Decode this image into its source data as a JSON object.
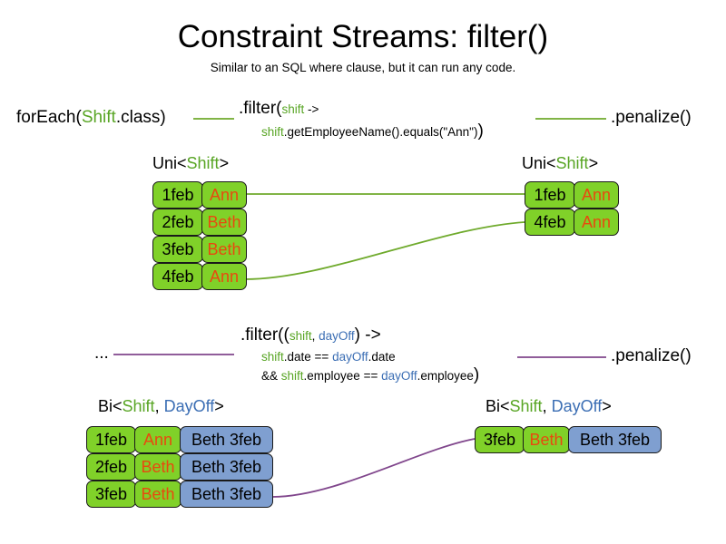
{
  "slide": {
    "title": "Constraint Streams: filter()",
    "subtitle": "Similar to an SQL where clause, but it can run any code."
  },
  "colors": {
    "green_fill": "#80d129",
    "blue_fill": "#7f9fd0",
    "name_text": "#e8490f",
    "generic_green": "#58a524",
    "generic_blue": "#3b6eb4",
    "link_green": "#6faa2c",
    "link_purple": "#80468c",
    "box_border": "#1a1a1a"
  },
  "top_pipeline": {
    "source": {
      "prefix": "forEach(",
      "type": "Shift",
      "suffix": ".class)"
    },
    "filter": {
      "head": ".filter(",
      "param": "shift",
      "arrow": " ->",
      "body_var": "shift",
      "body_rest": ".getEmployeeName().equals(\"Ann\")",
      "close": ")"
    },
    "terminal": ".penalize()",
    "input_label": {
      "prefix": "Uni<",
      "type": "Shift",
      "suffix": ">"
    },
    "output_label": {
      "prefix": "Uni<",
      "type": "Shift",
      "suffix": ">"
    },
    "input_rows": [
      {
        "date": "1feb",
        "name": "Ann"
      },
      {
        "date": "2feb",
        "name": "Beth"
      },
      {
        "date": "3feb",
        "name": "Beth"
      },
      {
        "date": "4feb",
        "name": "Ann"
      }
    ],
    "output_rows": [
      {
        "date": "1feb",
        "name": "Ann"
      },
      {
        "date": "4feb",
        "name": "Ann"
      }
    ]
  },
  "bottom_pipeline": {
    "source": "...",
    "filter": {
      "head": ".filter((",
      "param_a": "shift",
      "param_sep": ", ",
      "param_b": "dayOff",
      "arrow": ") ->",
      "line2_a": "shift",
      "line2_mid": ".date == ",
      "line2_b": "dayOff",
      "line2_end": ".date",
      "line3_pre": "&& ",
      "line3_a": "shift",
      "line3_mid": ".employee == ",
      "line3_b": "dayOff",
      "line3_end": ".employee",
      "close": ")"
    },
    "terminal": ".penalize()",
    "input_label": {
      "prefix": "Bi<",
      "type_a": "Shift",
      "sep": ", ",
      "type_b": "DayOff",
      "suffix": ">"
    },
    "output_label": {
      "prefix": "Bi<",
      "type_a": "Shift",
      "sep": ", ",
      "type_b": "DayOff",
      "suffix": ">"
    },
    "input_rows": [
      {
        "date": "1feb",
        "name": "Ann",
        "dayoff": "Beth 3feb"
      },
      {
        "date": "2feb",
        "name": "Beth",
        "dayoff": "Beth 3feb"
      },
      {
        "date": "3feb",
        "name": "Beth",
        "dayoff": "Beth 3feb"
      }
    ],
    "output_rows": [
      {
        "date": "3feb",
        "name": "Beth",
        "dayoff": "Beth 3feb"
      }
    ]
  }
}
